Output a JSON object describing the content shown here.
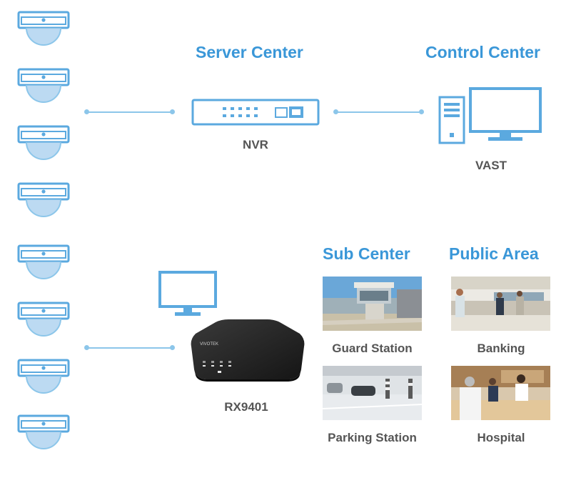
{
  "headings": {
    "server_center": "Server Center",
    "control_center": "Control Center",
    "sub_center": "Sub Center",
    "public_area": "Public Area"
  },
  "devices": {
    "nvr": "NVR",
    "vast": "VAST",
    "rx9401": "RX9401"
  },
  "sub_center_photos": [
    "Guard Station",
    "Parking Station"
  ],
  "public_area_photos": [
    "Banking",
    "Hospital"
  ],
  "icons": {
    "camera": "dome-camera-icon",
    "nvr": "nvr-recorder-icon",
    "workstation": "desktop-computer-icon",
    "monitor": "monitor-icon",
    "receiver": "rx9401-device"
  },
  "colors": {
    "accent": "#3a97d8",
    "line": "#8cc6ea",
    "label": "#555555"
  }
}
